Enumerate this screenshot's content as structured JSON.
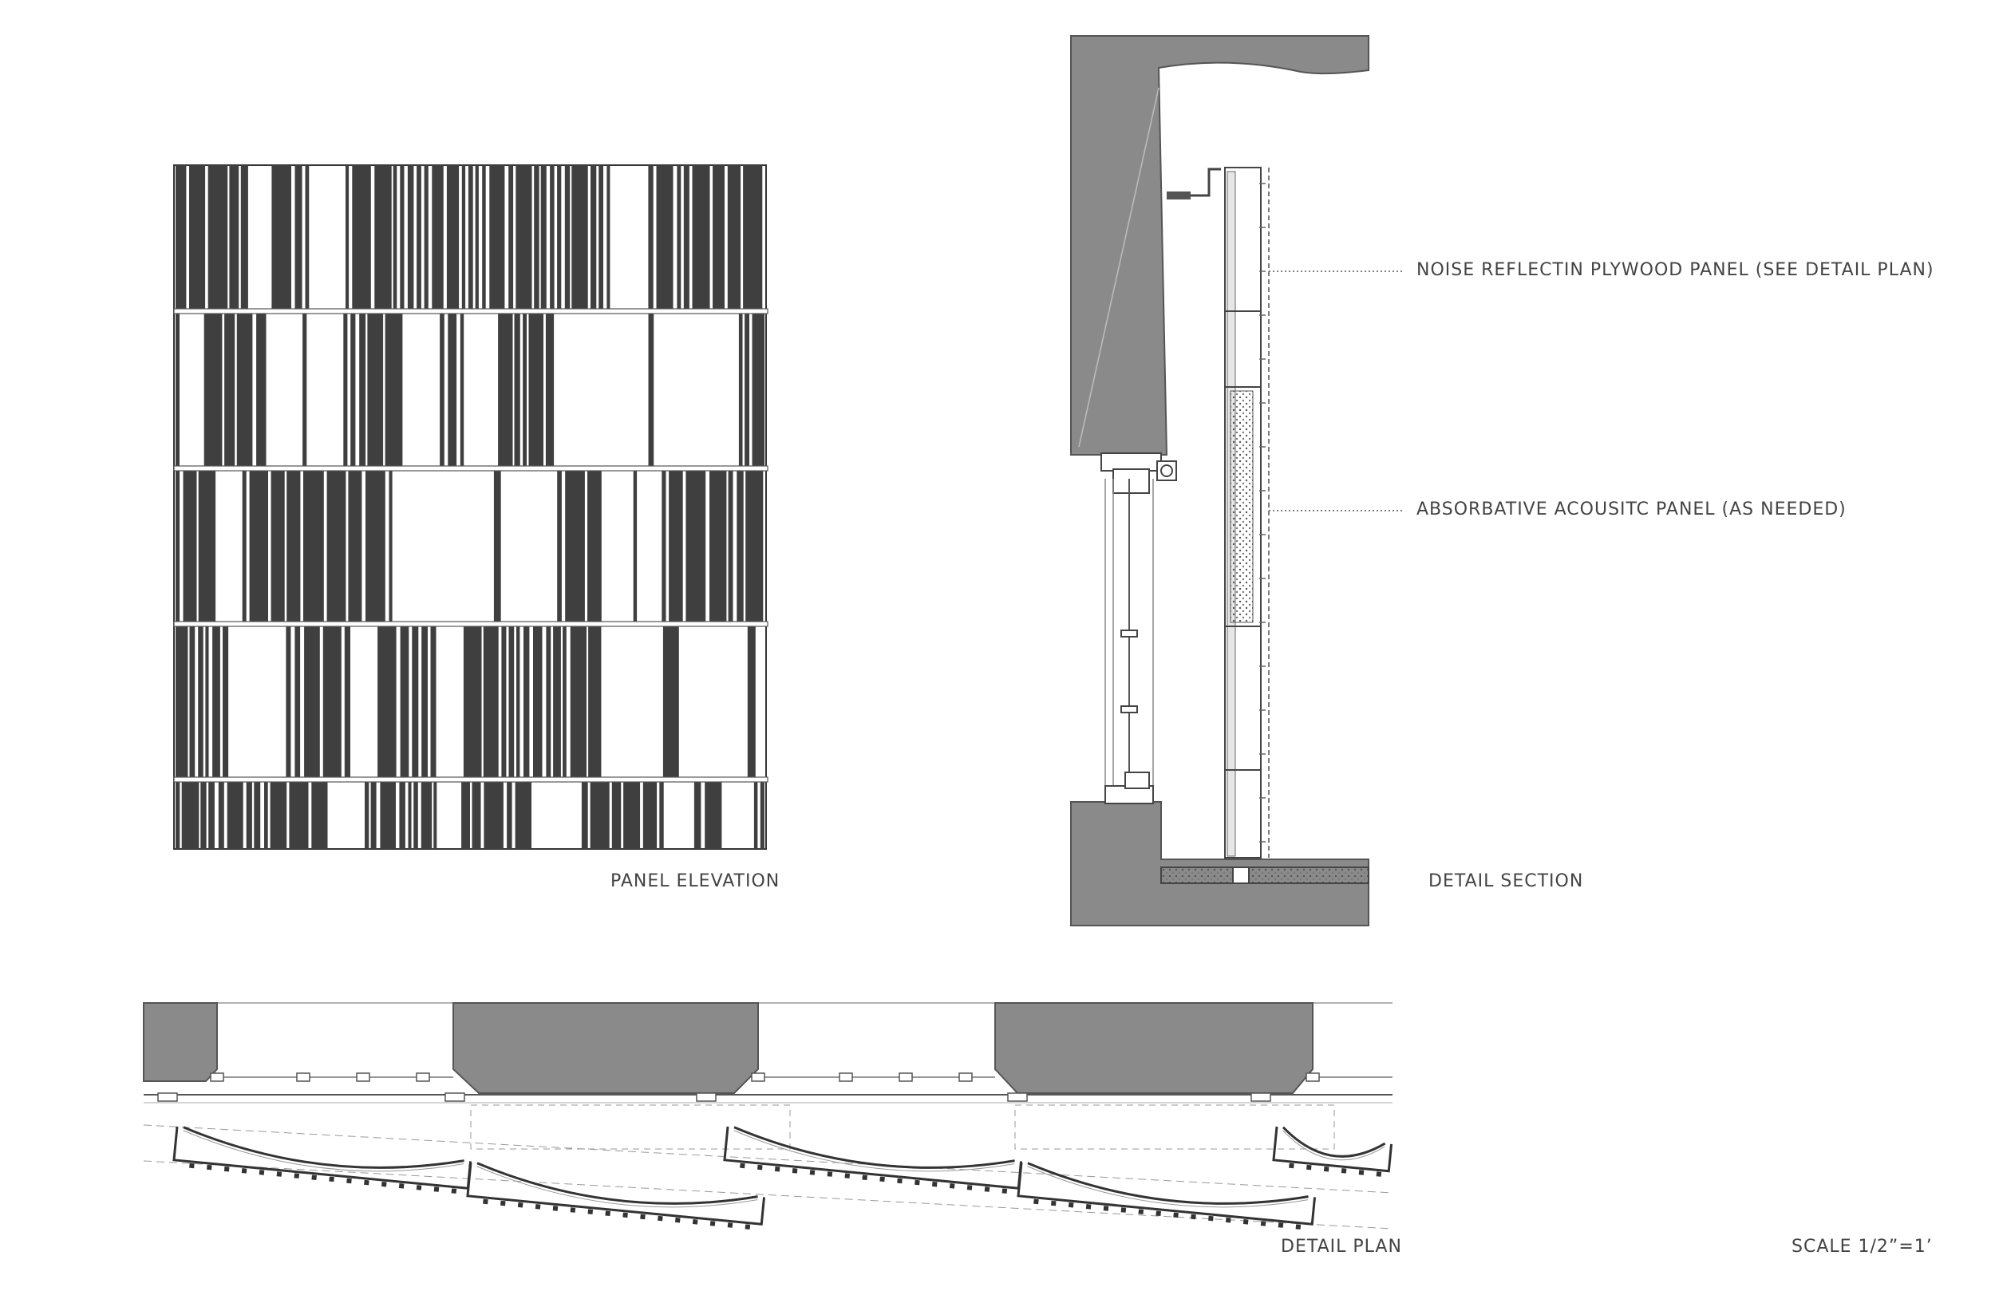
{
  "labels": {
    "panel_elevation": "PANEL ELEVATION",
    "detail_section": "DETAIL SECTION",
    "detail_plan": "DETAIL PLAN",
    "scale": "SCALE 1/2”=1’"
  },
  "callouts": [
    {
      "text": "NOISE REFLECTIN PLYWOOD PANEL (SEE DETAIL PLAN)"
    },
    {
      "text": "ABSORBATIVE ACOUSITC PANEL (AS NEEDED)"
    }
  ],
  "colors": {
    "concrete": "#8a8a8a",
    "ink": "#3f3f3f",
    "line": "#555555",
    "text": "#444444"
  }
}
